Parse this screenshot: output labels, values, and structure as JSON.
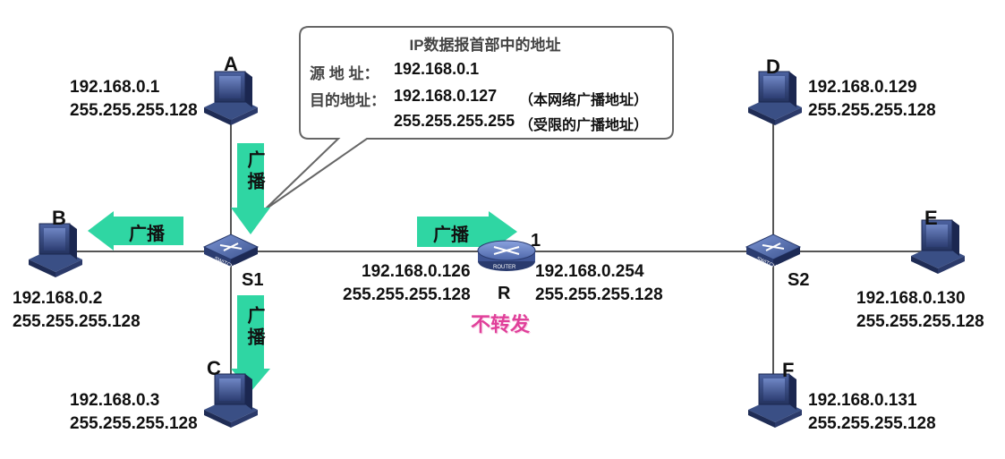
{
  "callout": {
    "title": "IP数据报首部中的地址",
    "src_label": "源 地 址：",
    "src_addr": "192.168.0.1",
    "dst_label": "目的地址：",
    "dst_addr1": "192.168.0.127",
    "dst_note1": "（本网络广播地址）",
    "dst_addr2": "255.255.255.255",
    "dst_note2": "（受限的广播地址）"
  },
  "hosts": {
    "A": {
      "name": "A",
      "ip": "192.168.0.1",
      "mask": "255.255.255.128"
    },
    "B": {
      "name": "B",
      "ip": "192.168.0.2",
      "mask": "255.255.255.128"
    },
    "C": {
      "name": "C",
      "ip": "192.168.0.3",
      "mask": "255.255.255.128"
    },
    "D": {
      "name": "D",
      "ip": "192.168.0.129",
      "mask": "255.255.255.128"
    },
    "E": {
      "name": "E",
      "ip": "192.168.0.130",
      "mask": "255.255.255.128"
    },
    "F": {
      "name": "F",
      "ip": "192.168.0.131",
      "mask": "255.255.255.128"
    }
  },
  "switches": {
    "s1": "S1",
    "s2": "S2",
    "icon_text": "SWITCH"
  },
  "router": {
    "name": "R",
    "icon_text": "ROUTER",
    "port_label": "1",
    "left_ip": "192.168.0.126",
    "left_mask": "255.255.255.128",
    "right_ip": "192.168.0.254",
    "right_mask": "255.255.255.128",
    "status": "不转发"
  },
  "broadcast_label": "广播",
  "colors": {
    "arrow": "#2fd6a3",
    "status": "#e0409a",
    "device": "#3a4f85"
  }
}
